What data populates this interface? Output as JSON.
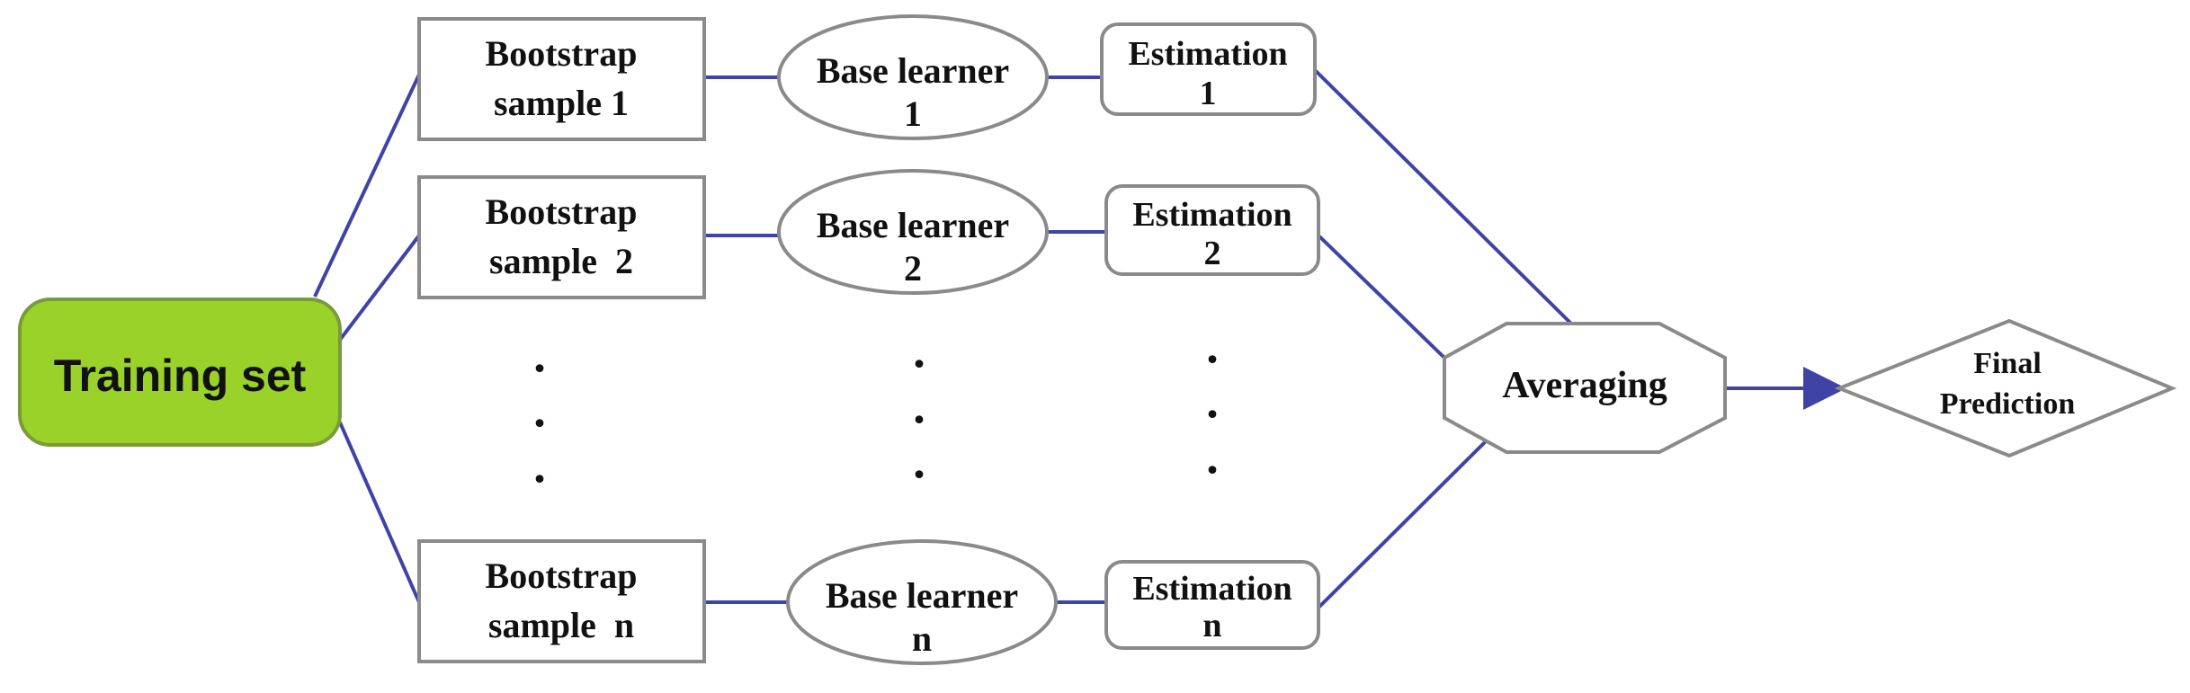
{
  "colors": {
    "connector": "#3f43a6",
    "box_stroke": "#8a8a8a",
    "training_fill": "#9bd22a",
    "training_stroke": "#7a9b3a",
    "background": "#ffffff"
  },
  "training_set": {
    "label": "Training set"
  },
  "samples": [
    {
      "line1": "Bootstrap",
      "line2": "sample 1"
    },
    {
      "line1": "Bootstrap",
      "line2": "sample  2"
    },
    {
      "line1": "Bootstrap",
      "line2": "sample  n"
    }
  ],
  "learners": [
    {
      "line1": "Base learner",
      "line2": "1"
    },
    {
      "line1": "Base learner",
      "line2": "2"
    },
    {
      "line1": "Base learner",
      "line2": "n"
    }
  ],
  "estimations": [
    {
      "line1": "Estimation",
      "line2": "1"
    },
    {
      "line1": "Estimation",
      "line2": "2"
    },
    {
      "line1": "Estimation",
      "line2": "n"
    }
  ],
  "averaging": {
    "label": "Averaging"
  },
  "final": {
    "line1": "Final",
    "line2": "Prediction"
  },
  "ellipsis": "."
}
